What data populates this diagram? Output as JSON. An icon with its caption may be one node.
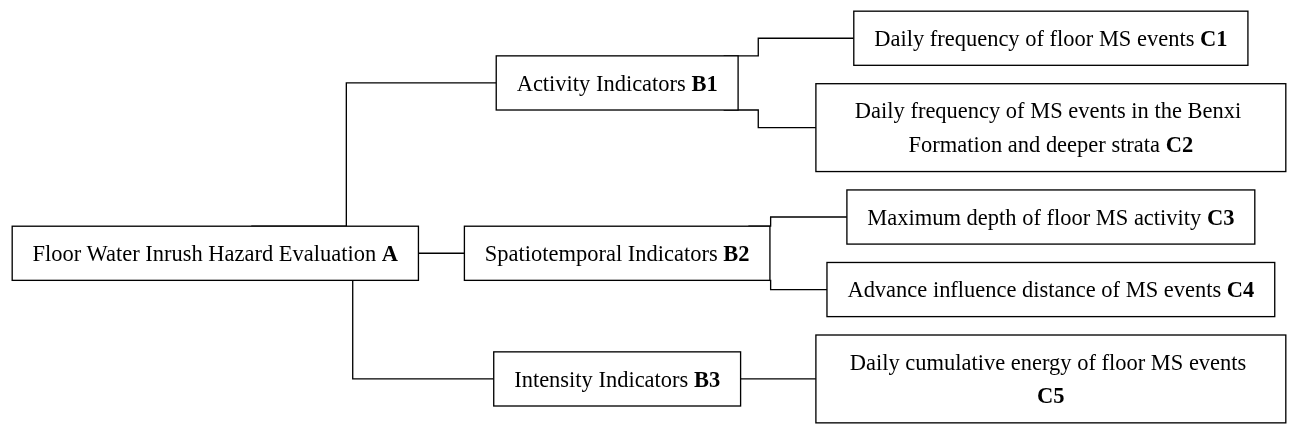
{
  "diagram": {
    "nodes": [
      {
        "text": [
          "Floor Water Inrush Hazard Evaluation **A**"
        ]
      },
      {
        "text": [
          "Activity Indicators **B1**"
        ]
      },
      {
        "text": [
          "Spatiotemporal Indicators **B2**"
        ]
      },
      {
        "text": [
          "Intensity Indicators **B3**"
        ]
      },
      {
        "text": [
          "Daily frequency of floor MS events **C1**"
        ]
      },
      {
        "text": [
          "Daily frequency of MS events in the Benxi Formation and deeper strata **C2**"
        ]
      },
      {
        "text": [
          "Maximum depth of floor MS activity **C3**"
        ]
      },
      {
        "text": [
          "Advance influence distance of MS events **C4**"
        ]
      },
      {
        "text": [
          "Daily cumulative energy of floor MS events **C5**"
        ]
      }
    ],
    "edges": [
      {
        "from": 0,
        "to": 1,
        "arrow": "none"
      },
      {
        "from": 0,
        "to": 2,
        "arrow": "none"
      },
      {
        "from": 0,
        "to": 3,
        "arrow": "none"
      },
      {
        "from": 1,
        "to": 4,
        "arrow": "none"
      },
      {
        "from": 1,
        "to": 5,
        "arrow": "none"
      },
      {
        "from": 2,
        "to": 6,
        "arrow": "none"
      },
      {
        "from": 2,
        "to": 7,
        "arrow": "none"
      },
      {
        "from": 3,
        "to": 8,
        "arrow": "none"
      }
    ]
  }
}
